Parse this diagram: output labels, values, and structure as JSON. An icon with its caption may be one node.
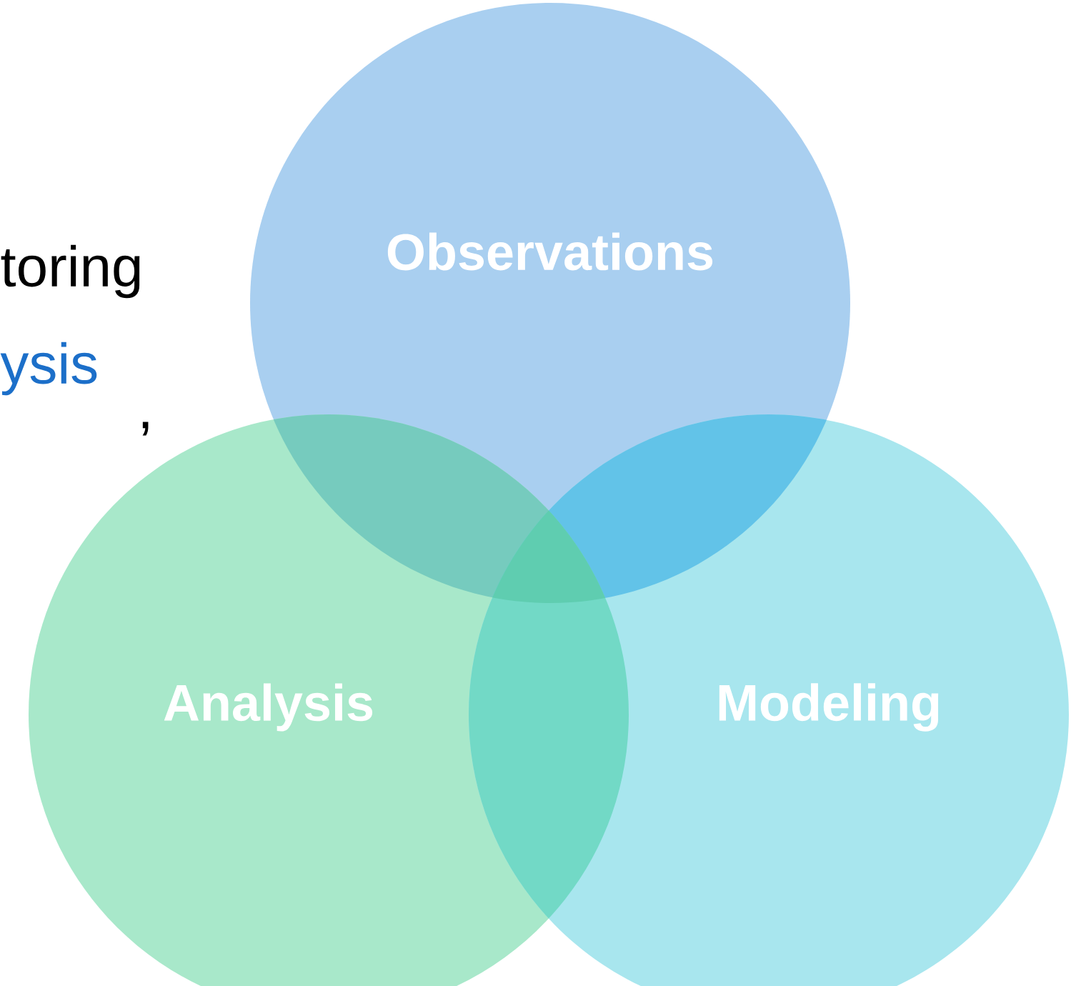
{
  "diagram": {
    "nodes": [
      {
        "text": [
          "Observations"
        ]
      },
      {
        "text": [
          "Analysis"
        ]
      },
      {
        "text": [
          "Modeling"
        ]
      }
    ],
    "labels": [
      "toring",
      "ysis",
      ","
    ]
  }
}
